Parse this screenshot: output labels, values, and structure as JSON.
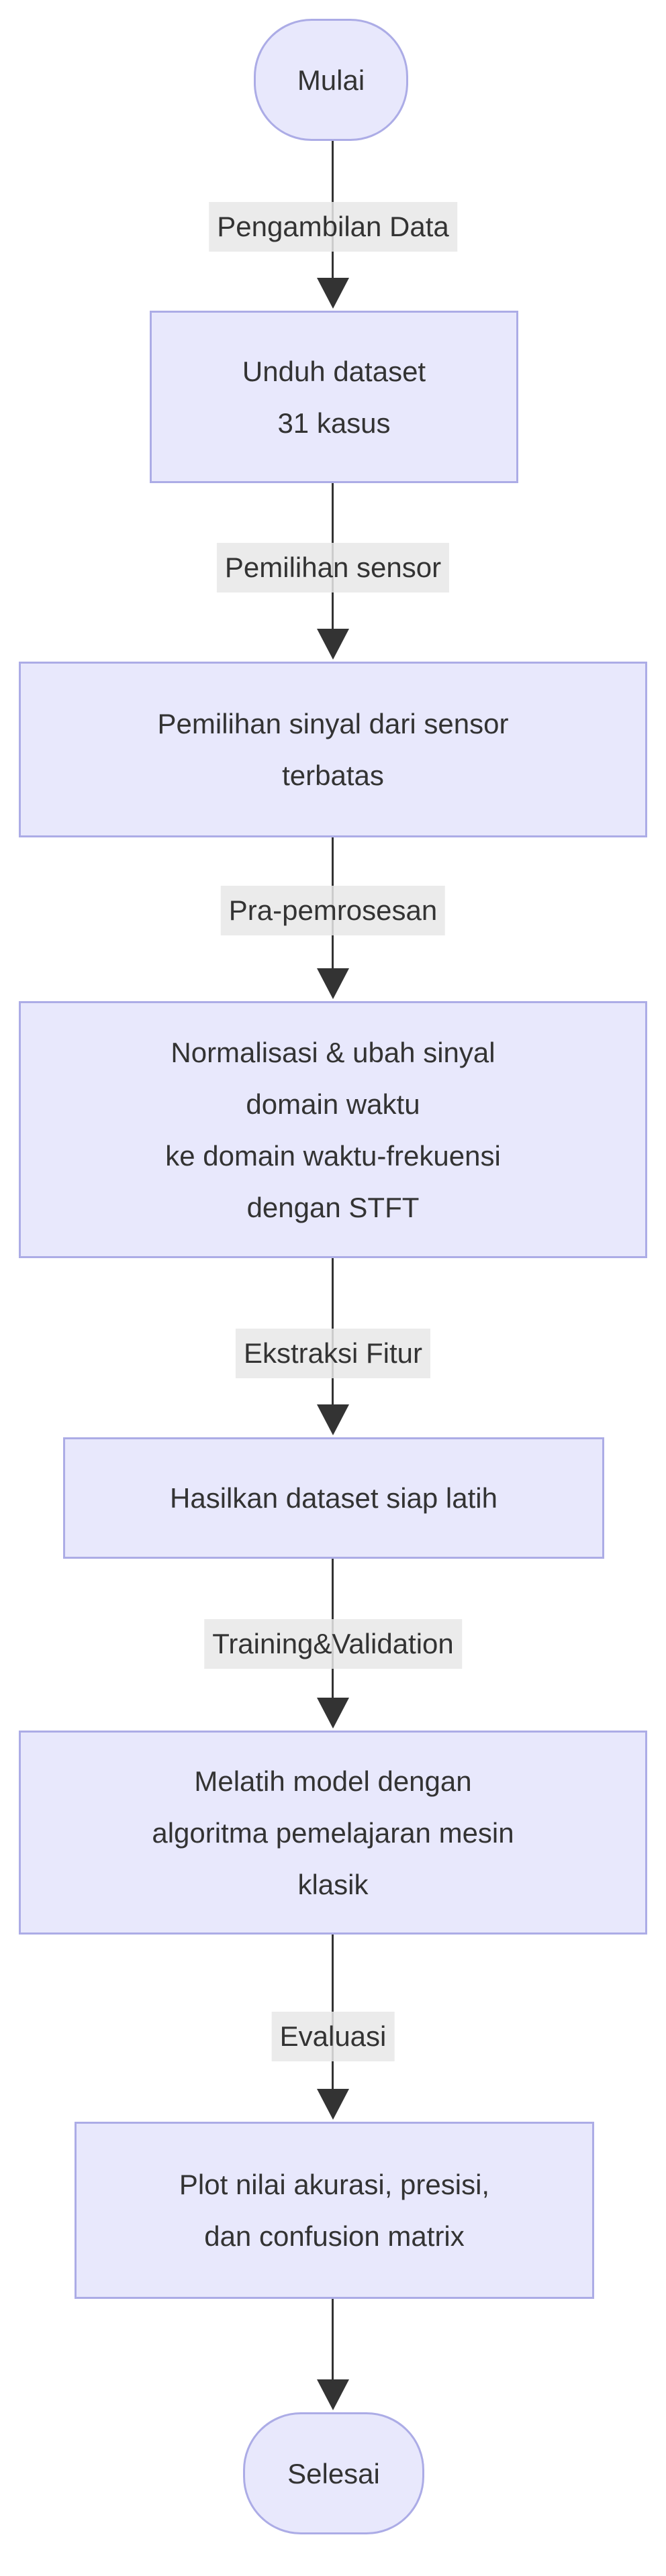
{
  "diagram": {
    "type": "flowchart",
    "direction": "top-down",
    "start_node": "Mulai",
    "end_node": "Selesai",
    "steps": [
      {
        "label": "Unduh dataset\n31 kasus"
      },
      {
        "label": "Pemilihan sinyal dari sensor\nterbatas"
      },
      {
        "label": "Normalisasi & ubah sinyal\ndomain waktu\nke domain waktu-frekuensi\ndengan STFT"
      },
      {
        "label": "Hasilkan dataset siap latih"
      },
      {
        "label": "Melatih model dengan\nalgoritma pemelajaran mesin\nklasik"
      },
      {
        "label": "Plot nilai akurasi, presisi,\ndan confusion matrix"
      }
    ],
    "edge_labels": [
      "Pengambilan Data",
      "Pemilihan sensor",
      "Pra-pemrosesan",
      "Ekstraksi Fitur",
      "Training&Validation",
      "Evaluasi"
    ]
  },
  "colors": {
    "background": "#ffffff",
    "node_fill": "#e8e8fc",
    "node_border": "#acace6",
    "text": "#333333",
    "edge_label_bg": "#e8e8e8",
    "arrow": "#333333"
  }
}
